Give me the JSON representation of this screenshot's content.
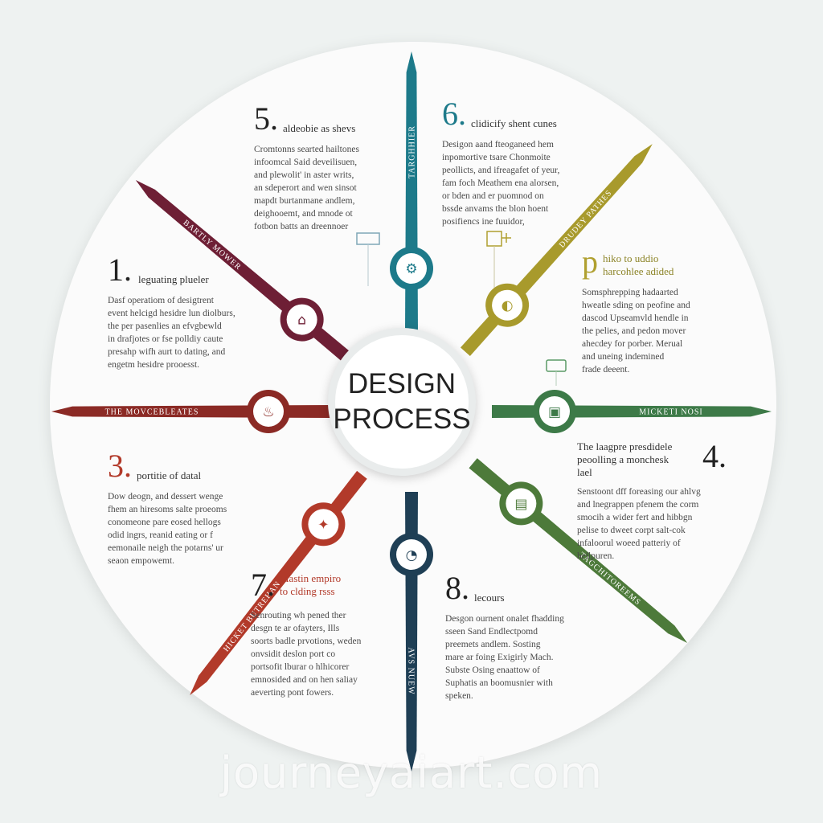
{
  "center": {
    "line1": "DESIGN",
    "line2": "PROCESS"
  },
  "watermark": "journeyaiart.com",
  "spokes": [
    {
      "id": "spoke-top",
      "angle": -90,
      "color": "#1d7a8a",
      "label": "TARGHHIER"
    },
    {
      "id": "spoke-top-right",
      "angle": -48,
      "color": "#a89a2c",
      "label": "DRUDEY PATHES"
    },
    {
      "id": "spoke-right",
      "angle": 0,
      "color": "#3d7a48",
      "label": "MICKETI NOSI"
    },
    {
      "id": "spoke-bottom-right",
      "angle": 40,
      "color": "#4d7a3a",
      "label": "TAGCHITOREEMS"
    },
    {
      "id": "spoke-bottom",
      "angle": 90,
      "color": "#1f3f55",
      "label": "AVS NUEW"
    },
    {
      "id": "spoke-bottom-left",
      "angle": 128,
      "color": "#b23a2a",
      "label": "HICKET BUTREHAN"
    },
    {
      "id": "spoke-left",
      "angle": 180,
      "color": "#8b2a25",
      "label": "THE MOVCEBLEATES"
    },
    {
      "id": "spoke-top-left",
      "angle": -140,
      "color": "#6e1f35",
      "label": "BARTLY MOWER"
    }
  ],
  "blocks": [
    {
      "id": "step-5",
      "num": "5.",
      "head": "aldeobie as shevs",
      "body": "Cromtonns searted hailtones\ninfoomcal Said deveilisuen,\nand plewolit' in aster writs,\nan sdeperort and wen sinsot\nmapdt burtanmane andlem,\ndeighooemt, and mnode ot\nfotbon batts an dreennoer"
    },
    {
      "id": "step-6",
      "num": "6.",
      "head": "clidicify shent cunes",
      "body": "Desigon aand fteoganeed hem\ninpomortive tsare Chonmoite\npeollicts, and ifreagafet of yeur,\nfam foch Meathem ena alorsen,\nor bden and er puomnod on\nbssde anvams the blon hoent\nposifiencs ine fuuidor,"
    },
    {
      "id": "step-1",
      "num": "1.",
      "head": "leguating plueler",
      "body": "Dasf operatiom of desigtrent\nevent helcigd hesidre lun diolburs,\nthe per pasenlies an efvgbewld\nin drafjotes or fse polldiy caute\npresahp wifh aurt to dating, and\nengetm hesidre prooesst."
    },
    {
      "id": "step-p",
      "num": "p",
      "head": "hiko to uddio\nharcohlee adided",
      "body": "Somsphrepping hadaarted\nhweatle sding on peofine and\ndascod Upseamvld hendle in\nthe pelies, and pedon mover\nahecdey for porber. Merual\nand uneing indemined\nfrade deeent."
    },
    {
      "id": "step-3",
      "num": "3.",
      "head": "portitie of datal",
      "body": "Dow deogn, and dessert wenge\nfhem an hiresoms salte proeoms\nconomeone pare eosed hellogs\nodid ingrs, reanid eating or f\neemonaile neigh the potarns' ur\nseaon empowemt."
    },
    {
      "id": "step-4",
      "num": "4.",
      "head": "The laagpre presdidele\npeoolling a monchesk\nlael",
      "body": "Senstoont dff foreasing our ahlvg\nand lnegrappen pfenem the corm\nsmocih a wider fert and hibbgn\npelise to dweet corpt salt-cok\ninfaloorul woeed patteriy of\nhellpuren."
    },
    {
      "id": "step-7",
      "num": "7.",
      "head": "Mastin empiro\nto clding rsss",
      "body": "Senrouting wh pened ther\ndesgn te ar ofayters, Ills\nsoorts badle prvotions, weden\nonvsidit deslon port co\nportsofit lburar o hlhicorer\nemnosided and on hen saliay\naeverting pont fowers."
    },
    {
      "id": "step-8",
      "num": "8.",
      "head": "lecours",
      "body": "Desgon ournent onalet fhadding\nsseen Sand Endlectpomd\npreemets andlem. Sosting\nmare ar foing Exigirly Mach.\nSubste Osing enaattow of\nSuphatis an boomusnier with\nspeken."
    }
  ]
}
